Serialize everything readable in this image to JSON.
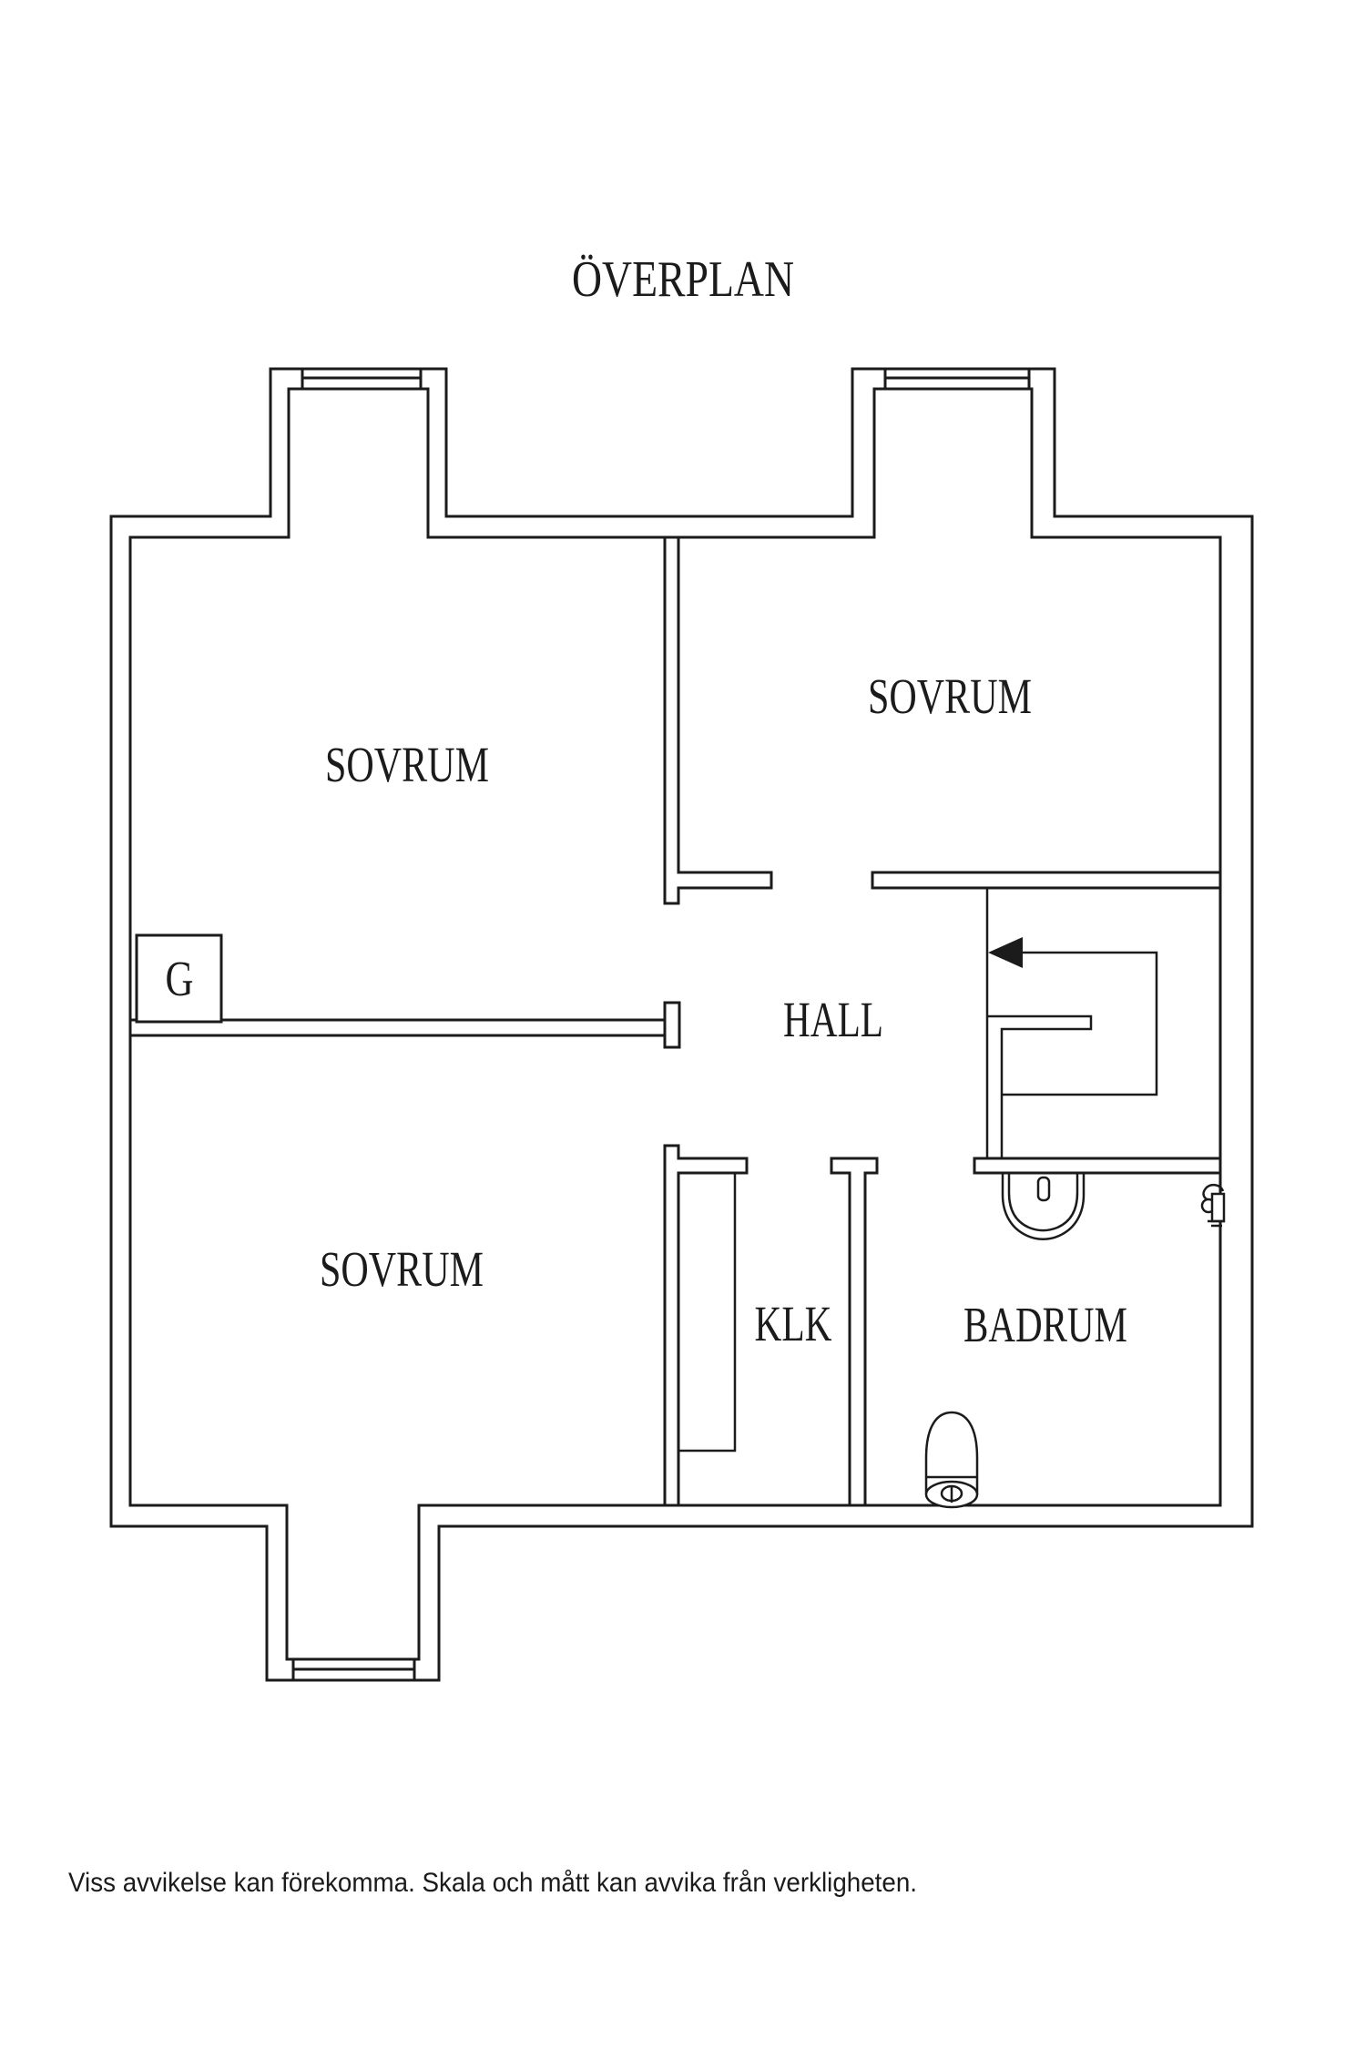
{
  "plan": {
    "title": "ÖVERPLAN",
    "rooms": {
      "sovrum_top_left": "SOVRUM",
      "sovrum_top_right": "SOVRUM",
      "sovrum_bottom_left": "SOVRUM",
      "hall": "HALL",
      "klk": "KLK",
      "badrum": "BADRUM",
      "wardrobe": "G"
    },
    "fixtures": {
      "staircase": "staircase-up-spiral",
      "sink": "sink",
      "toilet": "toilet",
      "paper_holder": "toilet-paper-holder",
      "wardrobe_unit": "built-in-wardrobe"
    },
    "colors": {
      "line": "#1b1b1b",
      "background": "#ffffff"
    },
    "disclaimer": "Viss avvikelse kan förekomma. Skala och mått kan avvika från verkligheten."
  }
}
